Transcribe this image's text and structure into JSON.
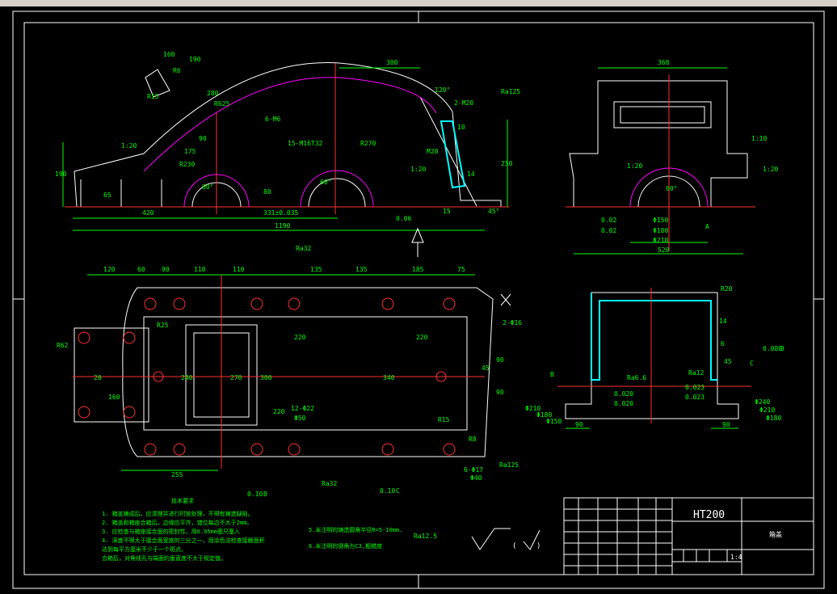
{
  "colors": {
    "background": "#000000",
    "frame": "#ffffff",
    "dimension": "#00ff00",
    "center": "#ff3030",
    "hatch": "#00ffff",
    "arc": "#ff00ff",
    "cross": "#ffff00"
  },
  "title_block": {
    "material": "HT200",
    "name": "箱盖",
    "scale": "1:4"
  },
  "front_view": {
    "dims": [
      "160",
      "190",
      "R6",
      "R15",
      "280",
      "R625",
      "6-M6",
      "300",
      "120°",
      "Ra125",
      "2-M20",
      "10",
      "1:20",
      "175",
      "90",
      "R230",
      "15-M16T32",
      "R270",
      "M20",
      "1:20",
      "14",
      "250",
      "190",
      "65",
      "60°",
      "80",
      "60°",
      "420",
      "331±0.035",
      "1190",
      "0.06",
      "45°",
      "15"
    ]
  },
  "side_view": {
    "dims": [
      "368",
      "1:10",
      "1:20",
      "1:20",
      "60°",
      "0.02",
      "0.02",
      "Φ150",
      "Φ180",
      "Φ210",
      "A",
      "520"
    ]
  },
  "top_view": {
    "dims": [
      "Ra32",
      "120",
      "60",
      "90",
      "110",
      "110",
      "135",
      "135",
      "185",
      "75",
      "R25",
      "2-Φ16",
      "R62",
      "20",
      "160",
      "240",
      "270",
      "300",
      "220",
      "220",
      "340",
      "220",
      "45",
      "90",
      "90",
      "12-Φ22",
      "Φ50",
      "R15",
      "R8",
      "6-Φ17",
      "Φ40",
      "Ra125",
      "255",
      "0.10",
      "B",
      "Ra32",
      "0.10",
      "C"
    ]
  },
  "section_view": {
    "dims": [
      "R20",
      "14",
      "6",
      "0.080",
      "B",
      "C",
      "45",
      "B",
      "Ra6.6",
      "Ra12",
      "0.020",
      "0.020",
      "0.023",
      "0.023",
      "Φ210",
      "Φ180",
      "Φ150",
      "Φ240",
      "Φ210",
      "Φ180",
      "90",
      "90"
    ]
  },
  "notes": {
    "heading": "技术要求",
    "items": [
      "1. 箱盖铸成后，应清理并进行时效处理，不得有铸造缺陷。",
      "2. 箱盖和箱座合箱后，边缘应平齐，错位每边不大于2mm。",
      "3. 应检查与箱座接合面的密封性，用0.05mm塞尺塞入",
      "4. 深度不得大于接合面宽度的三分之一，用涂色法检查接触面积",
      "   达到每平方厘米不少于一个斑点。",
      "   合箱后，对角线孔与端面的垂直度不大于规定值。"
    ],
    "note5": "5.未注明的铸造圆角半径R=5-10mm.",
    "note6": "6.未注明的倒角为C3,粗糙度",
    "rough1": "Ra12.5",
    "rough_open": "(",
    "rough_close": ")"
  }
}
